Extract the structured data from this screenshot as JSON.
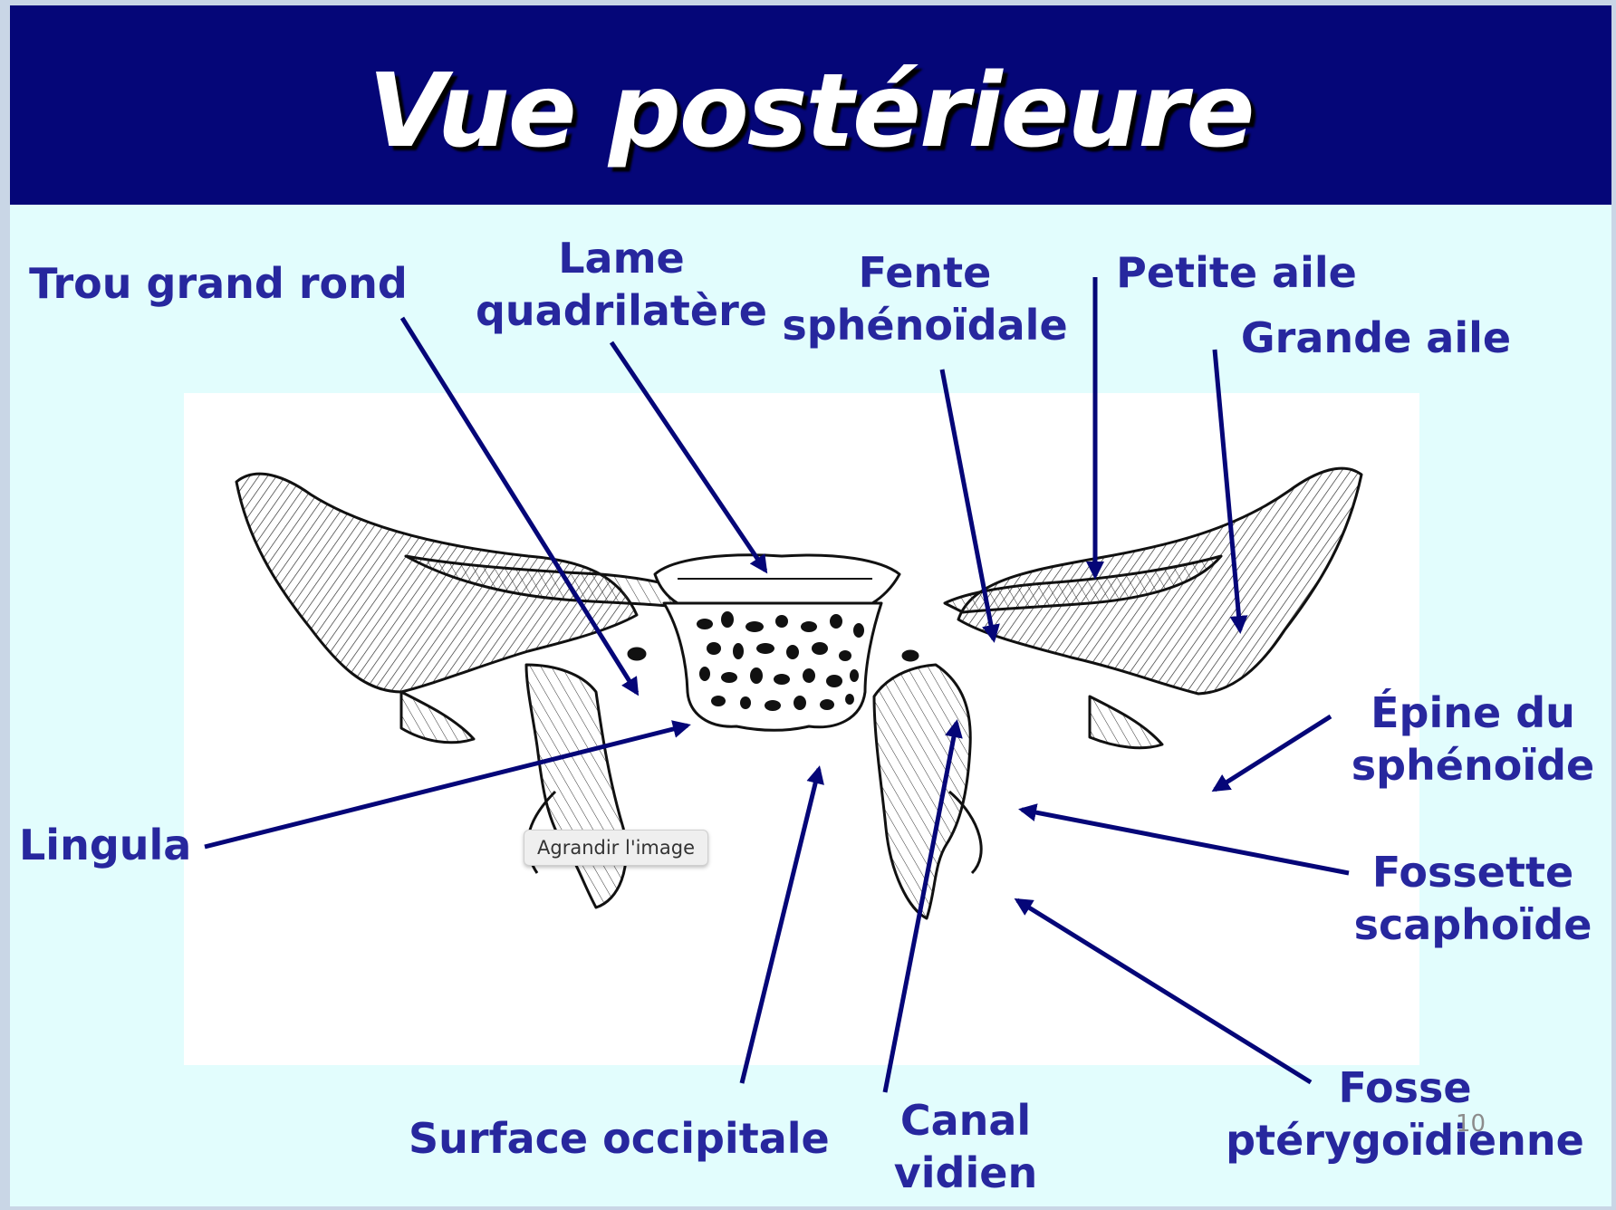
{
  "title": "Vue postérieure",
  "colors": {
    "title_bar": "#050678",
    "background": "#e2fdfd",
    "label_text": "#27279e",
    "arrow": "#050678",
    "drawing_ink": "#111111"
  },
  "labels": {
    "trou_grand_rond": [
      "Trou grand rond"
    ],
    "lame_quadrilatere": [
      "Lame",
      "quadrilatère"
    ],
    "fente_sphenoidale": [
      "Fente",
      "sphénoïdale"
    ],
    "petite_aile": [
      "Petite aile"
    ],
    "grande_aile": [
      "Grande aile"
    ],
    "epine_sphenoide": [
      "Épine du",
      "sphénoïde"
    ],
    "lingula": [
      "Lingula"
    ],
    "fossette_scaphoide": [
      "Fossette",
      "scaphoïde"
    ],
    "surface_occipitale": [
      "Surface occipitale"
    ],
    "canal_vidien": [
      "Canal",
      "vidien"
    ],
    "fosse_pterygoidienne": [
      "Fosse",
      "ptérygoïdienne"
    ]
  },
  "tooltip": "Agrandir l'image",
  "page_number": "10",
  "icons": {
    "bone": "sphenoid-bone-drawing",
    "arrow": "arrow-icon"
  }
}
